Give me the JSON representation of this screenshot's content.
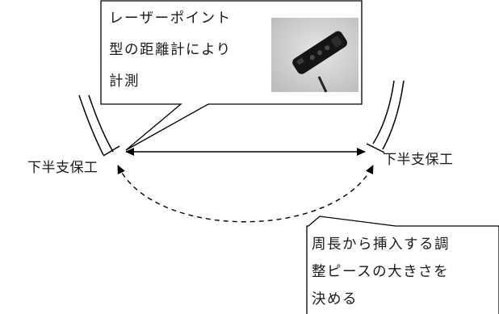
{
  "callout_top": {
    "lines": [
      "レーザーポイント",
      "型の距離計により",
      "計測"
    ]
  },
  "callout_bottom": {
    "lines": [
      "周長から挿入する調",
      "整ピースの大きさを",
      "決める"
    ]
  },
  "labels": {
    "left_support": "下半支保工",
    "right_support": "下半支保工"
  },
  "colors": {
    "line": "#000000",
    "text": "#1a1a1a",
    "photo_bg": "#d8d8d8",
    "device": "#151515"
  }
}
